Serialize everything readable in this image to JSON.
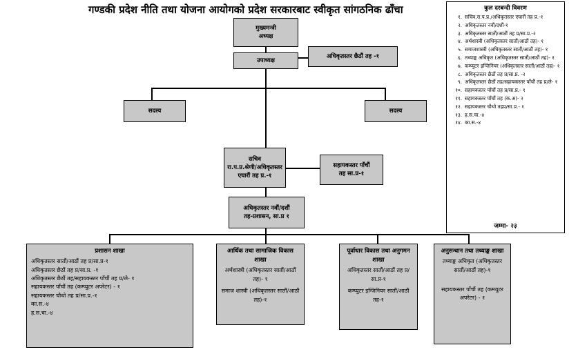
{
  "title": "गण्डकी प्रदेश नीति तथा योजना आयोगको प्रदेश सरकारबाट स्वीकृत सांगठनिक ढाँचा",
  "chart": {
    "chief": [
      "मुख्यमन्त्री",
      "अध्यक्ष"
    ],
    "vice_chair": "उपाध्यक्ष",
    "officer_sixth": "अधिकृतस्तर छैठौं तह -१",
    "member_left": "सदस्य",
    "member_right": "सदस्य",
    "secretary": [
      "सचिव",
      "रा.प.प्र.श्रेणी/अधिकृतस्तर",
      "एघारौं तह प्र.-१"
    ],
    "assistant_fifth": [
      "सहायकस्तर पाँचौं",
      "तह सा.प्र-१"
    ],
    "officer_ninth": [
      "अधिकृतस्तर नवौं/दशौं",
      "तह-प्रशासन, सा.प्र १"
    ]
  },
  "branches": [
    {
      "title": "प्रशासन शाखा",
      "items": [
        "अधिकृतस्तर सातौं/आठौं तह प्र/सा.प्र-१",
        "अधिकृतस्तर छैठौं तह प्र/सा.प्र. -१",
        "अधिकृतस्तर छैठौं तह/सहायकस्तर पाँचौं तह प्र/ले- १",
        "सहायकस्तर पाँचौं तह (कम्प्युटर अपरेटर) - १",
        "सहायकस्तर चौथो तह प्र/सा.प्र.-१",
        "का.स.-४",
        "ह.स.चा.-४"
      ]
    },
    {
      "title": "आर्थिक तथा सामाजिक विकास शाखा",
      "items": [
        "अर्थशास्त्री (अधिकृतस्तर सातौं/आठौं तह)- १",
        "समाज शास्त्री (अधिकृतस्तर सातौं/आठौं तह)-१"
      ]
    },
    {
      "title": "पूर्वाधार विकास तथा अनुगमन शाखा",
      "items": [
        "अधिकृतस्तर सातौं/आठौं तह प्र/सा.प्र-१",
        "कम्प्युटर इन्जिनियर सातौं/आठौं तह-१"
      ]
    },
    {
      "title": "अनुसन्धान तथा तथ्याङ्क शाखा",
      "items": [
        "तथ्याङ्क अधिकृत (अधिकृतस्तर सातौं/आठौं तह)-१",
        "सहायकस्तर पाँचौं तह (कम्प्युटर अपरेटर) - १"
      ]
    }
  ],
  "legend": {
    "title": "कुल दरबन्दी विवरण",
    "items": [
      {
        "n": "१.",
        "text": "सचिव,रा.प.प्र./अधिकृतस्तर एघारौं तह प्र.-१"
      },
      {
        "n": "२.",
        "text": "अधिकृतस्तर नवौं/दशौं-१"
      },
      {
        "n": "३.",
        "text": "अधिकृतस्तर सातौं/आठौं तह प्र/सा.प्र.-२"
      },
      {
        "n": "४.",
        "text": "अर्थशास्त्री (अधिकृतस्तर सातौं/आठौं तह)- १"
      },
      {
        "n": "५.",
        "text": "समाजशास्त्री (अधिकृतस्तर सातौं/आठौं तह)- १"
      },
      {
        "n": "६.",
        "text": "तथ्याङ्क अधिकृत (अधिकृतस्तर सातौं/आठौं तह)- १"
      },
      {
        "n": "७.",
        "text": "कम्प्युटर इन्जिनियर (अधिकृतस्तर सातौं/आठौं तह)- १"
      },
      {
        "n": "८.",
        "text": "अधिकृतस्तर छैठौं तह प्र/सा.प्र. -२"
      },
      {
        "n": "९.",
        "text": "अधिकृतस्तर छैठौं तह/सहायकस्तर पाँचौं तह प्र/ले- १"
      },
      {
        "n": "१०.",
        "text": "सहायकस्तर पाँचौं तह प्र/सा.प्र.- १"
      },
      {
        "n": "११.",
        "text": "सहायकस्तर पाँचौं तह (क.अ)- २"
      },
      {
        "n": "१२.",
        "text": "सहायकस्तर चौथो तहप्र/सा.प्र.- १"
      },
      {
        "n": "१३.",
        "text": "ह.स.चा.-४"
      },
      {
        "n": "१४.",
        "text": "का.स.-४"
      }
    ],
    "total": "जम्मा- २३"
  }
}
